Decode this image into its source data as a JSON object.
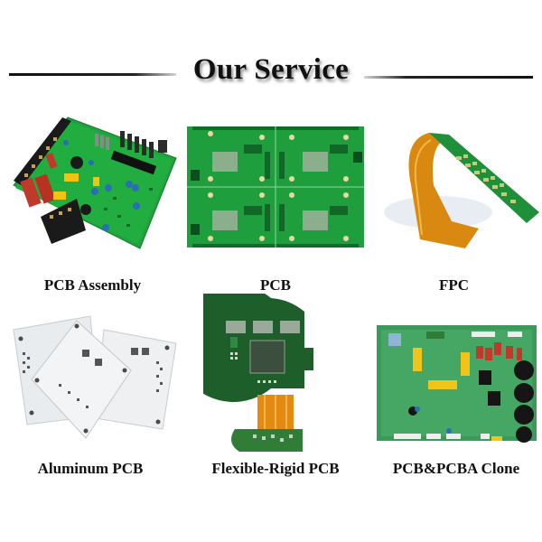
{
  "header": {
    "title": "Our Service"
  },
  "services": [
    {
      "label": "PCB Assembly",
      "image": "pcb-assembly-board-image"
    },
    {
      "label": "PCB",
      "image": "bare-pcb-panel-image"
    },
    {
      "label": "FPC",
      "image": "flexible-printed-circuit-image"
    },
    {
      "label": "Aluminum PCB",
      "image": "aluminum-pcb-image"
    },
    {
      "label": "Flexible-Rigid PCB",
      "image": "flex-rigid-pcb-image"
    },
    {
      "label": "PCB&PCBA Clone",
      "image": "pcba-clone-board-image"
    }
  ],
  "colors": {
    "pcb_green": "#1f9a3a",
    "pcb_dark_green": "#1d5e2a",
    "flex_orange": "#d9890f",
    "aluminum_white": "#eef0f1"
  }
}
